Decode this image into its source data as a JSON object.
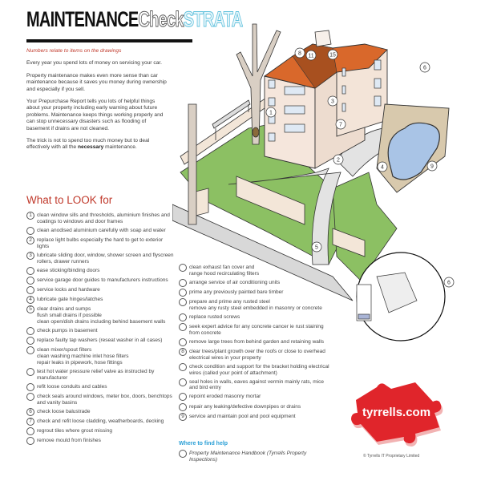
{
  "header": {
    "title_part1": "MAINTENANCE",
    "title_part2": "Check",
    "title_part3": "STRATA"
  },
  "intro": {
    "note": "Numbers relate to items on the drawings",
    "paragraphs": [
      "Every year you spend lots of money on servicing your car.",
      "Property maintenance makes even more sense than car maintenance because it saves you money during ownership and especially if you sell.",
      "Your Prepurchase Report tells you lots of helpful things about your property including early warning about future problems. Maintenance keeps things working properly and can stop unnecessary disasters such as flooding of basement if drains are not cleaned."
    ],
    "last_paragraph_before": "The trick is not to spend too much money but to deal effectively with all the ",
    "last_paragraph_bold": "necessary",
    "last_paragraph_after": " maintenance."
  },
  "checklist": {
    "heading": "What to LOOK for",
    "column1": [
      {
        "num": "1",
        "lines": [
          "clean window sills and thresholds, aluminium finishes and coatings to windows and door frames"
        ]
      },
      {
        "num": "",
        "lines": [
          "clean anodised aluminium carefully with soap and water"
        ]
      },
      {
        "num": "2",
        "lines": [
          "replace light bulbs especially the hard to get to exterior lights"
        ]
      },
      {
        "num": "3",
        "lines": [
          "lubricate sliding door, window, shower screen and flyscreen rollers, drawer runners"
        ]
      },
      {
        "num": "",
        "lines": [
          "ease sticking/binding doors"
        ]
      },
      {
        "num": "",
        "lines": [
          "service garage door guides to manufacturers instructions"
        ]
      },
      {
        "num": "",
        "lines": [
          "service locks and hardware"
        ]
      },
      {
        "num": "4",
        "lines": [
          "lubricate gate hinges/latches"
        ]
      },
      {
        "num": "5",
        "lines": [
          "clear drains and sumps",
          "flush small drains if possible",
          "clean open/dish drains including behind basement walls"
        ]
      },
      {
        "num": "",
        "lines": [
          "check pumps in basement"
        ]
      },
      {
        "num": "",
        "lines": [
          "replace faulty tap washers (reseat washer in all cases)"
        ]
      },
      {
        "num": "",
        "lines": [
          "clean mixer/spout filters",
          "clean washing machine inlet hose filters",
          "repair leaks in pipework, hose fittings"
        ]
      },
      {
        "num": "",
        "lines": [
          "test hot water pressure relief valve as instructed by manufacturer"
        ]
      },
      {
        "num": "",
        "lines": [
          "refit loose conduits and cables"
        ]
      },
      {
        "num": "",
        "lines": [
          "check seals around windows, meter box, doors, benchtops and vanity basins"
        ]
      },
      {
        "num": "6",
        "lines": [
          "check loose balustrade"
        ]
      },
      {
        "num": "7",
        "lines": [
          "check and refit loose cladding, weatherboards, decking"
        ]
      },
      {
        "num": "",
        "lines": [
          "regrout tiles where grout missing"
        ]
      },
      {
        "num": "",
        "lines": [
          "remove mould from finishes"
        ]
      }
    ],
    "column2": [
      {
        "num": "",
        "lines": [
          "clean exhaust fan cover and",
          "range hood recirculating filters"
        ]
      },
      {
        "num": "",
        "lines": [
          "arrange service of air conditioning units"
        ]
      },
      {
        "num": "",
        "lines": [
          "prime any previously painted bare timber"
        ]
      },
      {
        "num": "",
        "lines": [
          "prepare and prime any rusted steel",
          "remove any rusty steel embedded in masonry or concrete"
        ]
      },
      {
        "num": "",
        "lines": [
          "replace rusted screws"
        ]
      },
      {
        "num": "",
        "lines": [
          "seek expert advice for any concrete cancer ie rust staining from concrete"
        ]
      },
      {
        "num": "",
        "lines": [
          "remove large trees from behind garden and retaining walls"
        ]
      },
      {
        "num": "8",
        "lines": [
          "clear trees/plant growth over the roofs or close to overhead electrical wires in your property"
        ]
      },
      {
        "num": "",
        "lines": [
          "check condition and support for the bracket holding electrical wires (called your point of attachment)"
        ]
      },
      {
        "num": "",
        "lines": [
          "seal holes in walls, eaves against vermin mainly rats, mice and bird entry"
        ]
      },
      {
        "num": "",
        "lines": [
          "repoint eroded masonry mortar"
        ]
      },
      {
        "num": "",
        "lines": [
          "repair any leaking/defective downpipes or drains"
        ]
      },
      {
        "num": "9",
        "lines": [
          "service and maintain pool and pool equipment"
        ]
      }
    ]
  },
  "help": {
    "heading": "Where to find help",
    "items": [
      {
        "num": "",
        "lines": [
          "Property Maintenance Handbook (Tyrrells Property Inspections)"
        ]
      }
    ]
  },
  "illustration": {
    "callouts": [
      "1",
      "2",
      "3",
      "4",
      "5",
      "6",
      "7",
      "8",
      "9",
      "11",
      "15",
      "6"
    ]
  },
  "logo": {
    "text": "tyrrells.com",
    "color": "#e0252b"
  },
  "footer": {
    "copyright": "© Tyrrells IT Proprietary Limited"
  },
  "colors": {
    "accent_red": "#c0392b",
    "accent_blue": "#2a9fd6",
    "roof": "#d9682b",
    "lawn": "#8cc063",
    "pool": "#a9c4e6"
  }
}
